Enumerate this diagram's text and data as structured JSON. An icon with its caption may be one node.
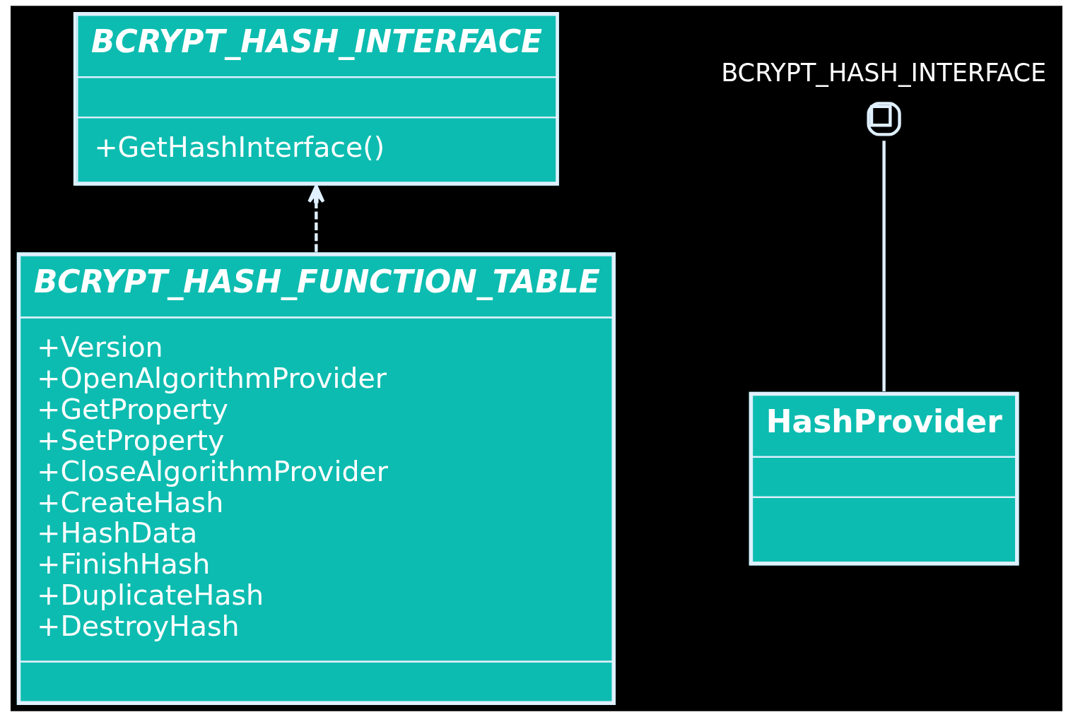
{
  "diagram": {
    "nodes": [
      {
        "text": [
          "BCRYPT_HASH_INTERFACE",
          "+GetHashInterface()"
        ]
      },
      {
        "text": [
          "BCRYPT_HASH_FUNCTION_TABLE",
          "+Version",
          "+OpenAlgorithmProvider",
          "+GetProperty",
          "+SetProperty",
          "+CloseAlgorithmProvider",
          "+CreateHash",
          "+HashData",
          "+FinishHash",
          "+DuplicateHash",
          "+DestroyHash"
        ]
      },
      {
        "text": [
          "BCRYPT_HASH_INTERFACE"
        ]
      },
      {
        "text": [
          "HashProvider"
        ]
      }
    ],
    "edges": [
      {
        "from": 1,
        "to": 0,
        "arrow": "to",
        "style": "dashed"
      },
      {
        "from": 3,
        "to": 2,
        "arrow": "none"
      }
    ]
  }
}
